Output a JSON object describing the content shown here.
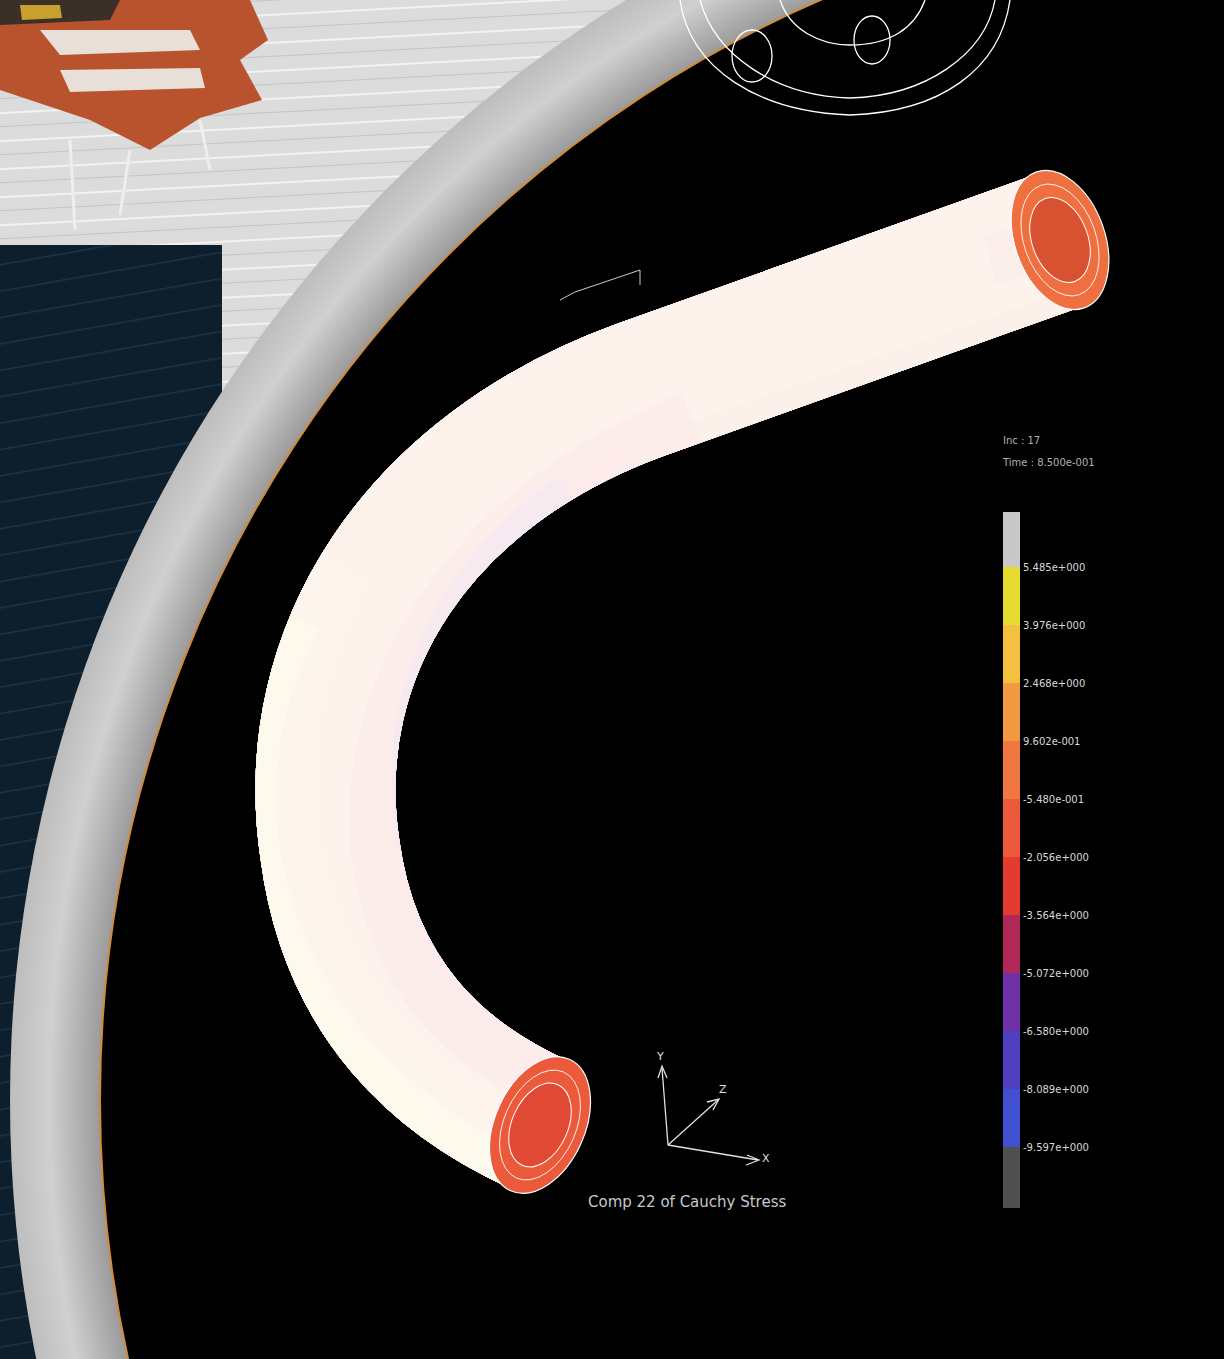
{
  "diagram": {
    "labels": [
      "Inc : 17",
      "Time : 8.500e-001",
      "Y",
      "Z",
      "X",
      "Comp 22 of Cauchy Stress"
    ],
    "legend": [
      {
        "text": "5.485e+000",
        "color": "#e4dc2e"
      },
      {
        "text": "3.976e+000",
        "color": "#f5c040"
      },
      {
        "text": "2.468e+000",
        "color": "#f29a42"
      },
      {
        "text": "9.602e-001",
        "color": "#f07840"
      },
      {
        "text": "-5.480e-001",
        "color": "#ec5a3a"
      },
      {
        "text": "-2.056e+000",
        "color": "#e43a30"
      },
      {
        "text": "-3.564e+000",
        "color": "#b02858"
      },
      {
        "text": "-5.072e+000",
        "color": "#7030a8"
      },
      {
        "text": "-6.580e+000",
        "color": "#5040c0"
      },
      {
        "text": "-8.089e+000",
        "color": "#4050d0"
      },
      {
        "text": "-9.597e+000",
        "color": "#505050"
      }
    ]
  }
}
